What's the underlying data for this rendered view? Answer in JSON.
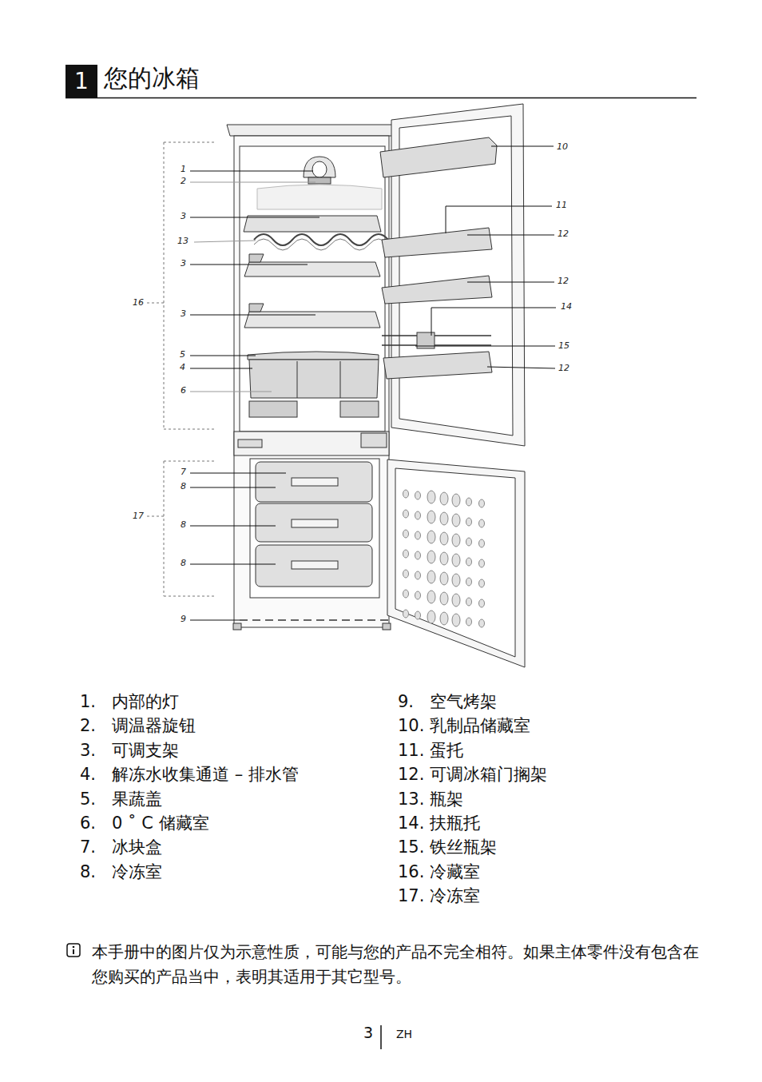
{
  "diagram": {
    "title": "您的冰箱",
    "nodes": [
      {
        "text": [
          "1"
        ]
      }
    ],
    "labels": [
      "10",
      "1",
      "2",
      "11",
      "3",
      "12",
      "13",
      "3",
      "12",
      "16",
      "14",
      "3",
      "15",
      "5",
      "4",
      "12",
      "6",
      "7",
      "8",
      "17",
      "8",
      "8",
      "9",
      "1.",
      "内部的灯",
      "2.",
      "调温器旋钮",
      "3.",
      "可调支架",
      "4.",
      "解冻水收集通道 – 排水管",
      "5.",
      "果蔬盖",
      "6.",
      "0 ˚ C 储藏室",
      "7.",
      "冰块盒",
      "8.",
      "冷冻室",
      "9.",
      "空气烤架",
      "10.",
      "乳制品储藏室",
      "11.",
      "蛋托",
      "12.",
      "可调冰箱门搁架",
      "13.",
      "瓶架",
      "14.",
      "扶瓶托",
      "15.",
      "铁丝瓶架",
      "16.",
      "冷藏室",
      "17.",
      "冷冻室",
      "本手册中的图片仅为示意性质，可能与您的产品不完全相符。如果主体零件没有包含在您购买的产品当中，表明其适用于其它型号。",
      "3",
      "ZH"
    ]
  }
}
